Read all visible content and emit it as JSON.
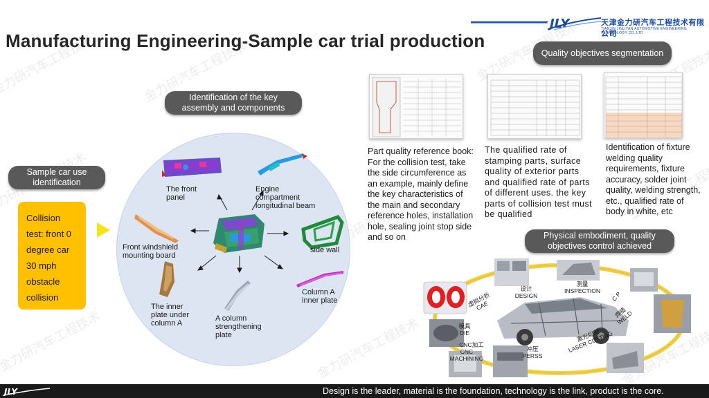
{
  "header": {
    "company_cn": "天津金力研汽车工程技术有限公司",
    "company_en": "TIANJIN JINLIYAN AUTOMOTIVE ENGINEERING TECHNOLOGY CO.,LTD",
    "logo_text": "JLY"
  },
  "title": "Manufacturing Engineering-Sample car trial production",
  "pills": {
    "quality_objectives": "Quality objectives segmentation",
    "identification": "Identification of the key assembly and components",
    "sample_car_use": "Sample car use identification",
    "physical_embodiment": "Physical embodiment, quality objectives control achieved"
  },
  "collision_box": {
    "lines": [
      "Collision",
      "test: front 0",
      "degree car",
      "30 mph",
      "obstacle",
      "collision"
    ]
  },
  "parts": {
    "front_panel": "The front panel",
    "engine_beam": "Engine compartment longitudinal beam",
    "windshield": "Front windshield mounting board",
    "side_wall": "side wall",
    "inner_plate_a": "The inner plate under column A",
    "a_column": "A column strengthening plate",
    "column_a_inner": "Column A inner plate"
  },
  "descriptions": {
    "part_quality": "Part quality reference book: For the collision test, take the side circumference as an example, mainly define the key characteristics of the main and secondary reference holes, installation hole, sealing joint stop side and so on",
    "qualified_rate": "The qualified rate of stamping parts, surface quality of exterior parts and qualified rate of parts of different uses. the key parts of collision test must be qualified",
    "fixture": "Identification of fixture welding quality requirements, fixture accuracy, solder joint quality, welding strength, etc., qualified rate of body in white, etc"
  },
  "process": {
    "design_cn": "设计",
    "design_en": "DESIGN",
    "inspection_cn": "测量",
    "inspection_en": "INSPECTION",
    "cae_cn": "虚拟分析",
    "cae_en": "CAE",
    "die_cn": "模具",
    "die_en": "DIE",
    "cnc_cn": "CNC加工",
    "cnc_en": "CNC MACHINING",
    "press_cn": "冲压",
    "press_en": "PERSS",
    "laser_cn": "激光切割",
    "laser_en": "LASER CUTTING",
    "weld_cn": "焊接",
    "weld_en": "WELD",
    "cp_en": "C P"
  },
  "watermark": "金力研汽车工程技术",
  "footer": "Design is the leader, material is the foundation, technology is the link, product is the core.",
  "colors": {
    "pill": "#595959",
    "yellow": "#ffc000",
    "circle": "#dde5f3",
    "brand_blue": "#1a4aa0",
    "footer": "#1a1a1a"
  }
}
